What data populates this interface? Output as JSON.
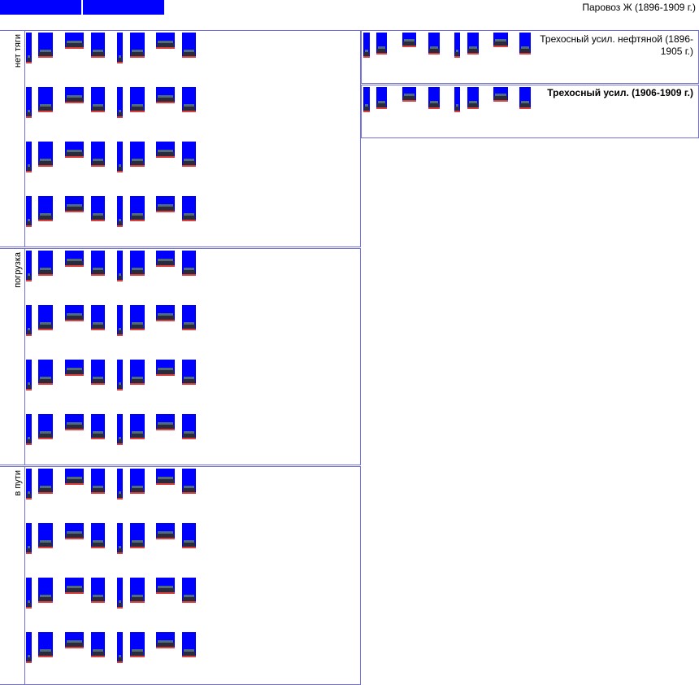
{
  "page": {
    "title": "Паровоз Ж (1896-1909 г.)"
  },
  "rows": [
    {
      "label": "нет тяги"
    },
    {
      "label": "погрузка"
    },
    {
      "label": "в пути"
    }
  ],
  "variants": [
    {
      "title": "Трехосный усил. нефтяной (1896-1905 г.)",
      "bold": false
    },
    {
      "title": "Трехосный усил. (1906-1909 г.)",
      "bold": true
    }
  ],
  "colors": {
    "sprite_bg": "#0000ff",
    "border": "#7070d8",
    "rail": "#d94040"
  },
  "icons": {
    "sprite": "locomotive-sprite-icon"
  }
}
